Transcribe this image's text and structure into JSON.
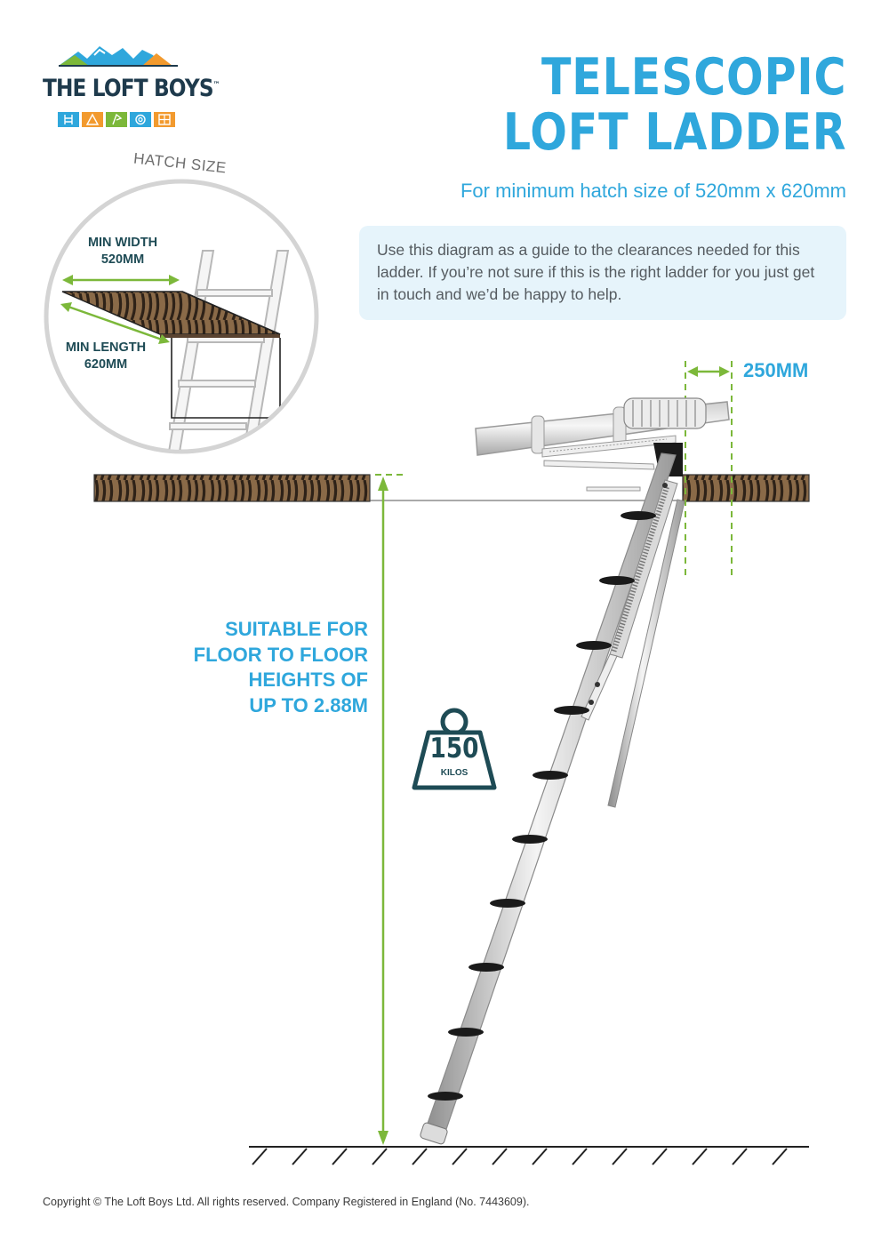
{
  "brand": {
    "name": "THE LOFT BOYS",
    "tm": "™",
    "icons": [
      "ladder-icon",
      "tent-icon",
      "flag-icon",
      "spiral-icon",
      "boards-icon"
    ],
    "colors": {
      "navy": "#1e3a4c",
      "blue": "#2fa7dc",
      "green": "#7cb83a",
      "orange": "#f29a2e",
      "teal": "#1e4b55"
    }
  },
  "title": {
    "line1": "TELESCOPIC",
    "line2": "LOFT LADDER"
  },
  "subtitle": "For minimum hatch size of 520mm x 620mm",
  "info": "Use this diagram as a guide to the clearances needed for this ladder. If you’re not sure if this is the right ladder for you just get in touch and we’d be happy to help.",
  "hatch": {
    "label": "HATCH SIZE",
    "min_width": {
      "line1": "MIN WIDTH",
      "line2": "520MM"
    },
    "min_length": {
      "line1": "MIN LENGTH",
      "line2": "620MM"
    }
  },
  "clearance": "250MM",
  "height": {
    "line1": "SUITABLE FOR",
    "line2": "FLOOR TO FLOOR",
    "line3": "HEIGHTS OF",
    "line4": "UP TO 2.88M"
  },
  "weight": {
    "value": "150",
    "unit": "KILOS"
  },
  "copyright": "Copyright © The Loft Boys Ltd. All rights reserved. Company Registered in England (No. 7443609)."
}
